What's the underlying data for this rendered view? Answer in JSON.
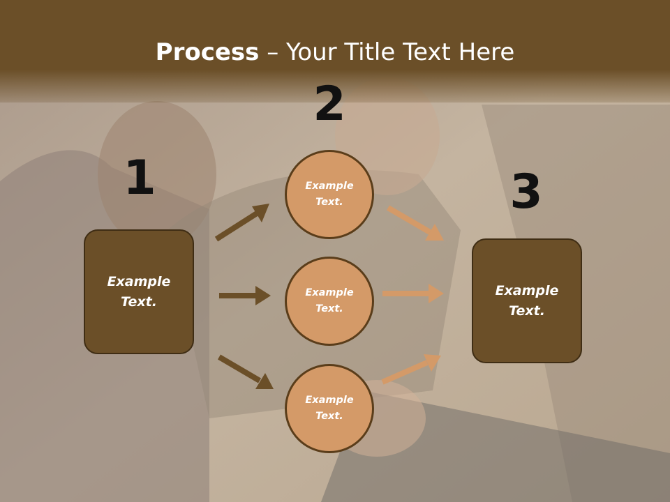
{
  "title": {
    "bold": "Process",
    "dash": " – ",
    "rest": "Your Title Text Here"
  },
  "steps": {
    "one": "1",
    "two": "2",
    "three": "3"
  },
  "nodes": {
    "left_box": "Example\nText.",
    "circle_top": "Example\nText.",
    "circle_middle": "Example\nText.",
    "circle_bottom": "Example\nText.",
    "right_box": "Example\nText."
  },
  "colors": {
    "header": "#6b4f28",
    "box_fill": "#6b4f28",
    "circle_fill": "#d49a68",
    "arrow_dark": "#6b4f28",
    "arrow_light": "#d49a68"
  }
}
